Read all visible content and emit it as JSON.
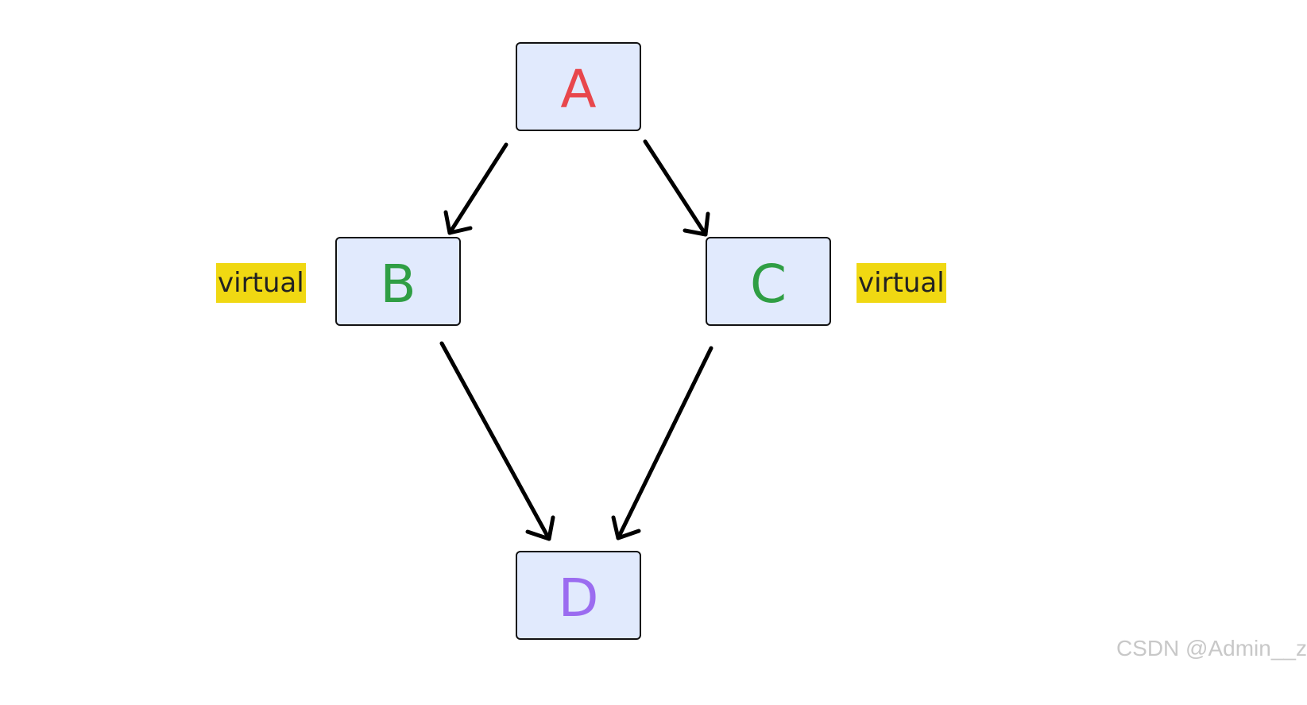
{
  "diagram": {
    "nodes": [
      {
        "id": "A",
        "label": "A",
        "color": "#e8474c"
      },
      {
        "id": "B",
        "label": "B",
        "color": "#2f9e44"
      },
      {
        "id": "C",
        "label": "C",
        "color": "#2f9e44"
      },
      {
        "id": "D",
        "label": "D",
        "color": "#9b6cf0"
      }
    ],
    "node_fill": "#e1eafd",
    "node_border": "#111111",
    "edges": [
      {
        "from": "A",
        "to": "B"
      },
      {
        "from": "A",
        "to": "C"
      },
      {
        "from": "B",
        "to": "D"
      },
      {
        "from": "C",
        "to": "D"
      }
    ],
    "tags": [
      {
        "node": "B",
        "text": "virtual"
      },
      {
        "node": "C",
        "text": "virtual"
      }
    ],
    "tag_highlight": "#f0d812",
    "edge_color": "#000000"
  },
  "watermark": "CSDN @Admin__z"
}
